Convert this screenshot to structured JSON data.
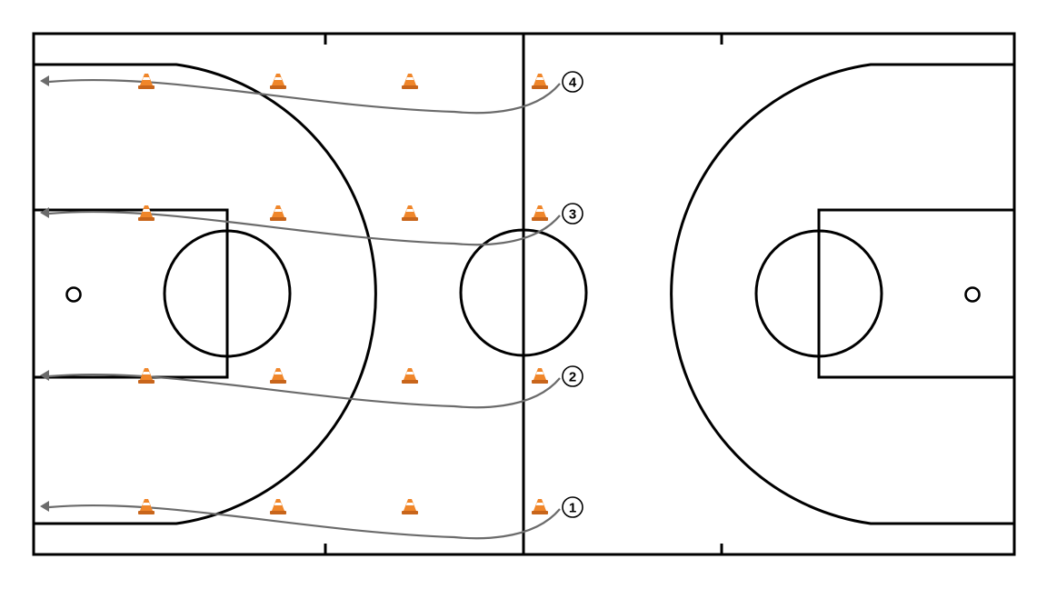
{
  "diagram": {
    "type": "basketball-full-court-drill",
    "colors": {
      "court_lines": "#000000",
      "path": "#6b6b6b",
      "cone": "#f0862a",
      "cone_base": "#c8651b",
      "background": "#ffffff"
    },
    "cone_columns": 4,
    "lanes": [
      {
        "number": "4"
      },
      {
        "number": "3"
      },
      {
        "number": "2"
      },
      {
        "number": "1"
      }
    ]
  }
}
